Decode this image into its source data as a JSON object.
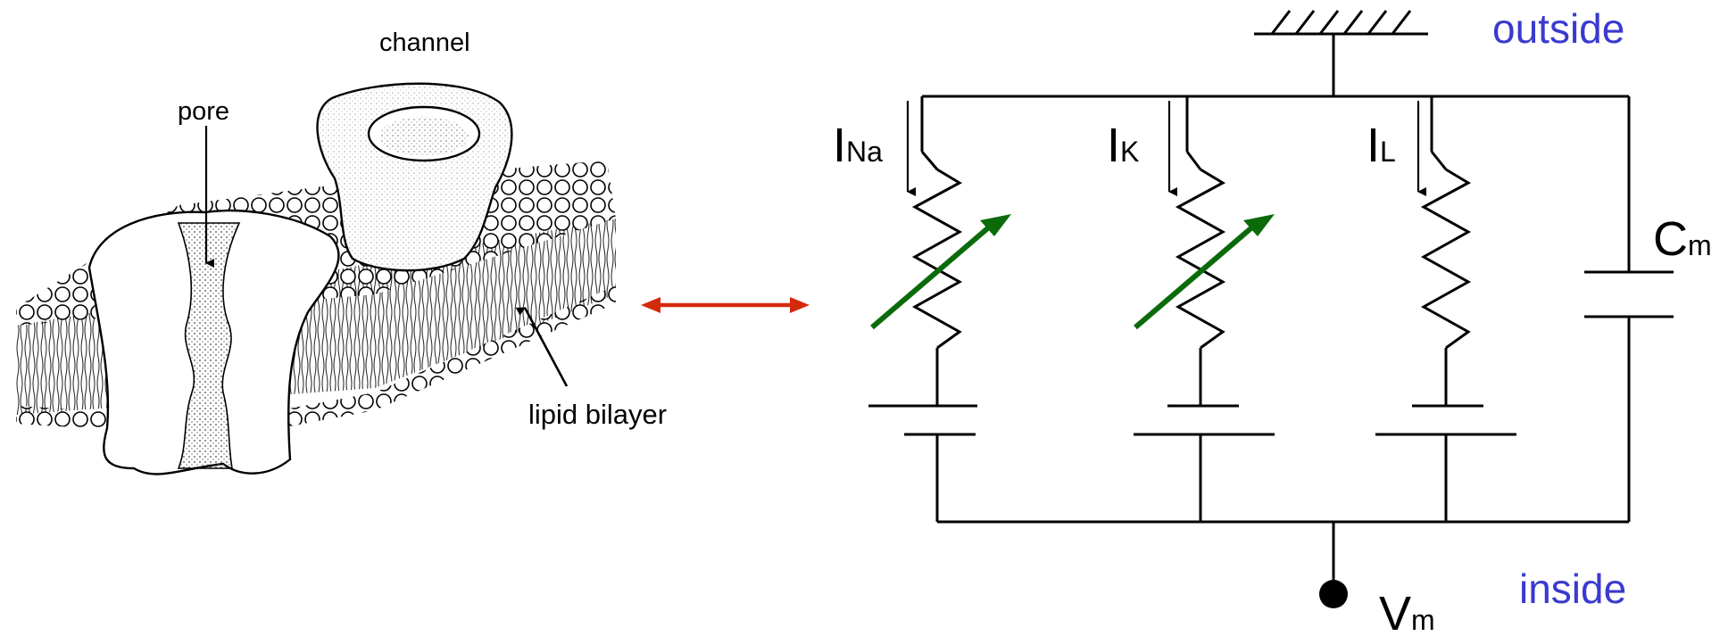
{
  "membrane_illustration": {
    "label_channel": "channel",
    "label_pore": "pore",
    "label_lipid_bilayer": "lipid bilayer"
  },
  "circuit": {
    "label_outside": "outside",
    "label_inside": "inside",
    "current_na": {
      "main": "I",
      "sub": "Na"
    },
    "current_k": {
      "main": "I",
      "sub": "K"
    },
    "current_l": {
      "main": "I",
      "sub": "L"
    },
    "capacitance": {
      "main": "C",
      "sub": "m"
    },
    "voltage": {
      "main": "V",
      "sub": "m"
    }
  },
  "colors": {
    "outside_inside_text": "#3a3ad0",
    "equivalence_arrow": "#d42a0c",
    "variable_resistor_arrow": "#0b6b0b",
    "wire": "#000000"
  }
}
